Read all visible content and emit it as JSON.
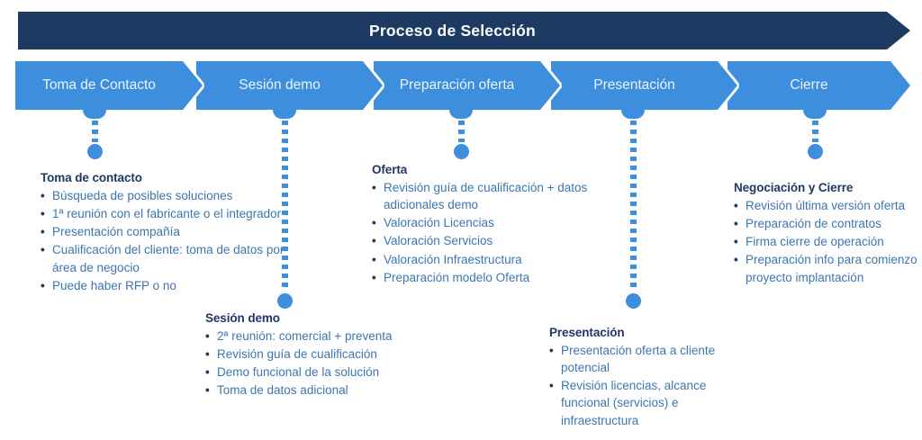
{
  "title": "Proceso de Selección",
  "colors": {
    "banner": "#1d3a63",
    "chevron": "#3e8ede",
    "chevron_label": "#eaf3fc",
    "heading": "#1f3864",
    "body": "#3b76b0"
  },
  "stages": [
    {
      "label": "Toma de Contacto",
      "detail_heading": "Toma de contacto",
      "bullets": [
        "Búsqueda de posibles soluciones",
        "1ª reunión con el fabricante o el integrador",
        "Presentación compañía",
        "Cualificación del cliente: toma de datos por área de negocio",
        "Puede haber RFP o no"
      ]
    },
    {
      "label": "Sesión demo",
      "detail_heading": "Sesión demo",
      "bullets": [
        "2ª reunión: comercial + preventa",
        "Revisión guía de cualificación",
        "Demo funcional de la solución",
        "Toma de datos adicional"
      ]
    },
    {
      "label": "Preparación oferta",
      "detail_heading": "Oferta",
      "bullets": [
        "Revisión guía de cualificación + datos adicionales demo",
        "Valoración Licencias",
        "Valoración Servicios",
        "Valoración Infraestructura",
        "Preparación modelo Oferta"
      ]
    },
    {
      "label": "Presentación",
      "detail_heading": "Presentación",
      "bullets": [
        "Presentación oferta a cliente potencial",
        "Revisión licencias, alcance funcional (servicios) e infraestructura"
      ]
    },
    {
      "label": "Cierre",
      "detail_heading": "Negociación y Cierre",
      "bullets": [
        "Revisión última versión oferta",
        "Preparación de contratos",
        "Firma cierre de operación",
        "Preparación info para comienzo proyecto implantación"
      ]
    }
  ]
}
